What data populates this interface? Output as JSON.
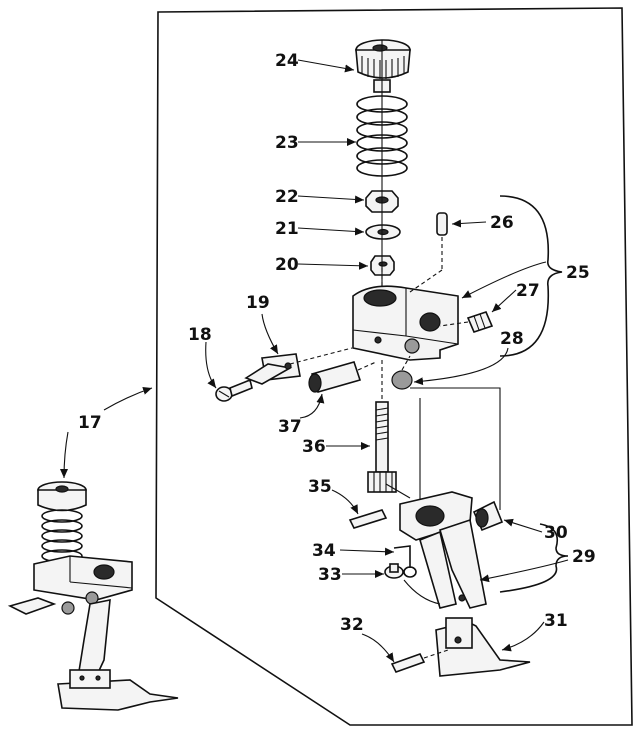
{
  "callouts": {
    "c17": "17",
    "c18": "18",
    "c19": "19",
    "c20": "20",
    "c21": "21",
    "c22": "22",
    "c23": "23",
    "c24": "24",
    "c25": "25",
    "c26": "26",
    "c27": "27",
    "c28": "28",
    "c29": "29",
    "c30": "30",
    "c31": "31",
    "c32": "32",
    "c33": "33",
    "c34": "34",
    "c35": "35",
    "c36": "36",
    "c37": "37"
  }
}
